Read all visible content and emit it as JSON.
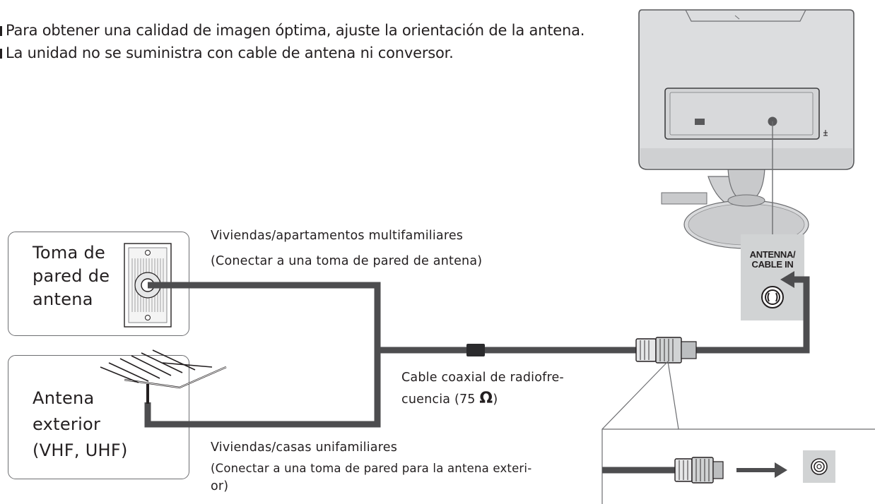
{
  "notes": [
    "Para obtener una calidad de imagen óptima, ajuste la orientación de la antena.",
    "La unidad no se suministra con cable de antena ni conversor."
  ],
  "wall_outlet_label": [
    "Toma de",
    "pared de",
    "antena"
  ],
  "outdoor_antenna_label": [
    "Antena",
    "exterior",
    "(VHF, UHF)"
  ],
  "multifamily_caption": [
    "Viviendas/apartamentos multifamiliares",
    "(Conectar a una toma de pared de antena)"
  ],
  "singlefamily_caption": [
    "Viviendas/casas unifamiliares",
    "(Conectar a una toma de pared para la antena exteri-",
    "or)"
  ],
  "cable_caption": {
    "line1": "Cable coaxial de radiofre-",
    "line2": "cuencia (75",
    "ohm": "Ω",
    "close": ")"
  },
  "panel_label": [
    "ANTENNA/",
    "CABLE IN"
  ],
  "icons": [
    "tv-back-icon",
    "wall-outlet-icon",
    "yagi-antenna-icon",
    "coax-connector-icon",
    "antenna-jack-icon",
    "arrow-right-icon",
    "arrow-left-icon"
  ],
  "colors": {
    "cable": "#4d4d4f",
    "panel": "#d1d3d4",
    "tv_body": "#dcdddf"
  }
}
